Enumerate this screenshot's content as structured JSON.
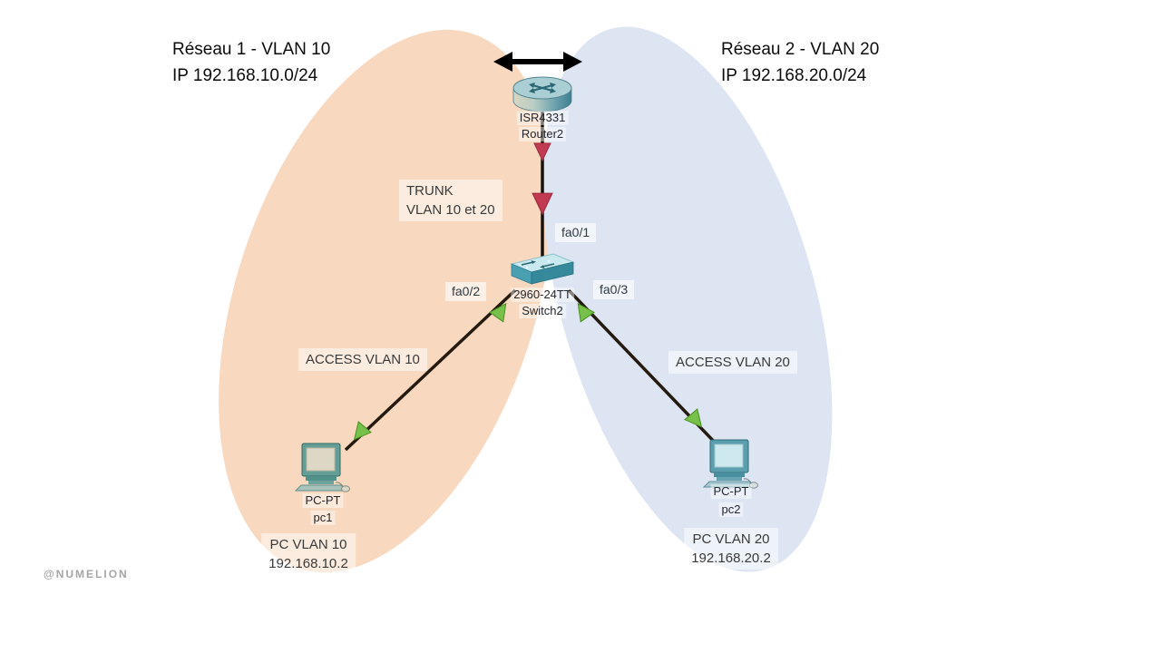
{
  "titles": {
    "left": {
      "line1": "Réseau 1 - VLAN 10",
      "line2": "IP 192.168.10.0/24"
    },
    "right": {
      "line1": "Réseau 2 - VLAN 20",
      "line2": "IP 192.168.20.0/24"
    }
  },
  "devices": {
    "router": {
      "model": "ISR4331",
      "name": "Router2"
    },
    "switch": {
      "model": "2960-24TT",
      "name": "Switch2"
    },
    "pc1": {
      "model": "PC-PT",
      "name": "pc1"
    },
    "pc2": {
      "model": "PC-PT",
      "name": "pc2"
    }
  },
  "ports": {
    "trunk_port": "fa0/1",
    "access_port_vlan10": "fa0/2",
    "access_port_vlan20": "fa0/3"
  },
  "notes": {
    "trunk": {
      "line1": "TRUNK",
      "line2": "VLAN 10 et 20"
    },
    "access_vlan10": "ACCESS VLAN 10",
    "access_vlan20": "ACCESS VLAN 20",
    "pc1": {
      "line1": "PC VLAN 10",
      "line2": "192.168.10.2"
    },
    "pc2": {
      "line1": "PC VLAN 20",
      "line2": "192.168.20.2"
    }
  },
  "watermark": "@NUMELION",
  "colors": {
    "region_vlan10": "#f8d8bf",
    "region_vlan20": "#dde4f2",
    "cable": "#201712",
    "link_up_indicator": "#77c14a",
    "link_down_indicator": "#c23a52",
    "inter_region_arrow": "#000000",
    "device_teal": "#4aa0b1"
  },
  "icons": {
    "router-icon": "teal cylinder with crossed arrows (Cisco router)",
    "switch-icon": "teal 3D box with arrows (Cisco switch)",
    "pc-icon": "desktop computer with monitor, keyboard and mouse",
    "bidirectional-arrow-icon": "↔",
    "link-up-indicator-icon": "green triangle",
    "link-down-indicator-icon": "red triangle"
  }
}
